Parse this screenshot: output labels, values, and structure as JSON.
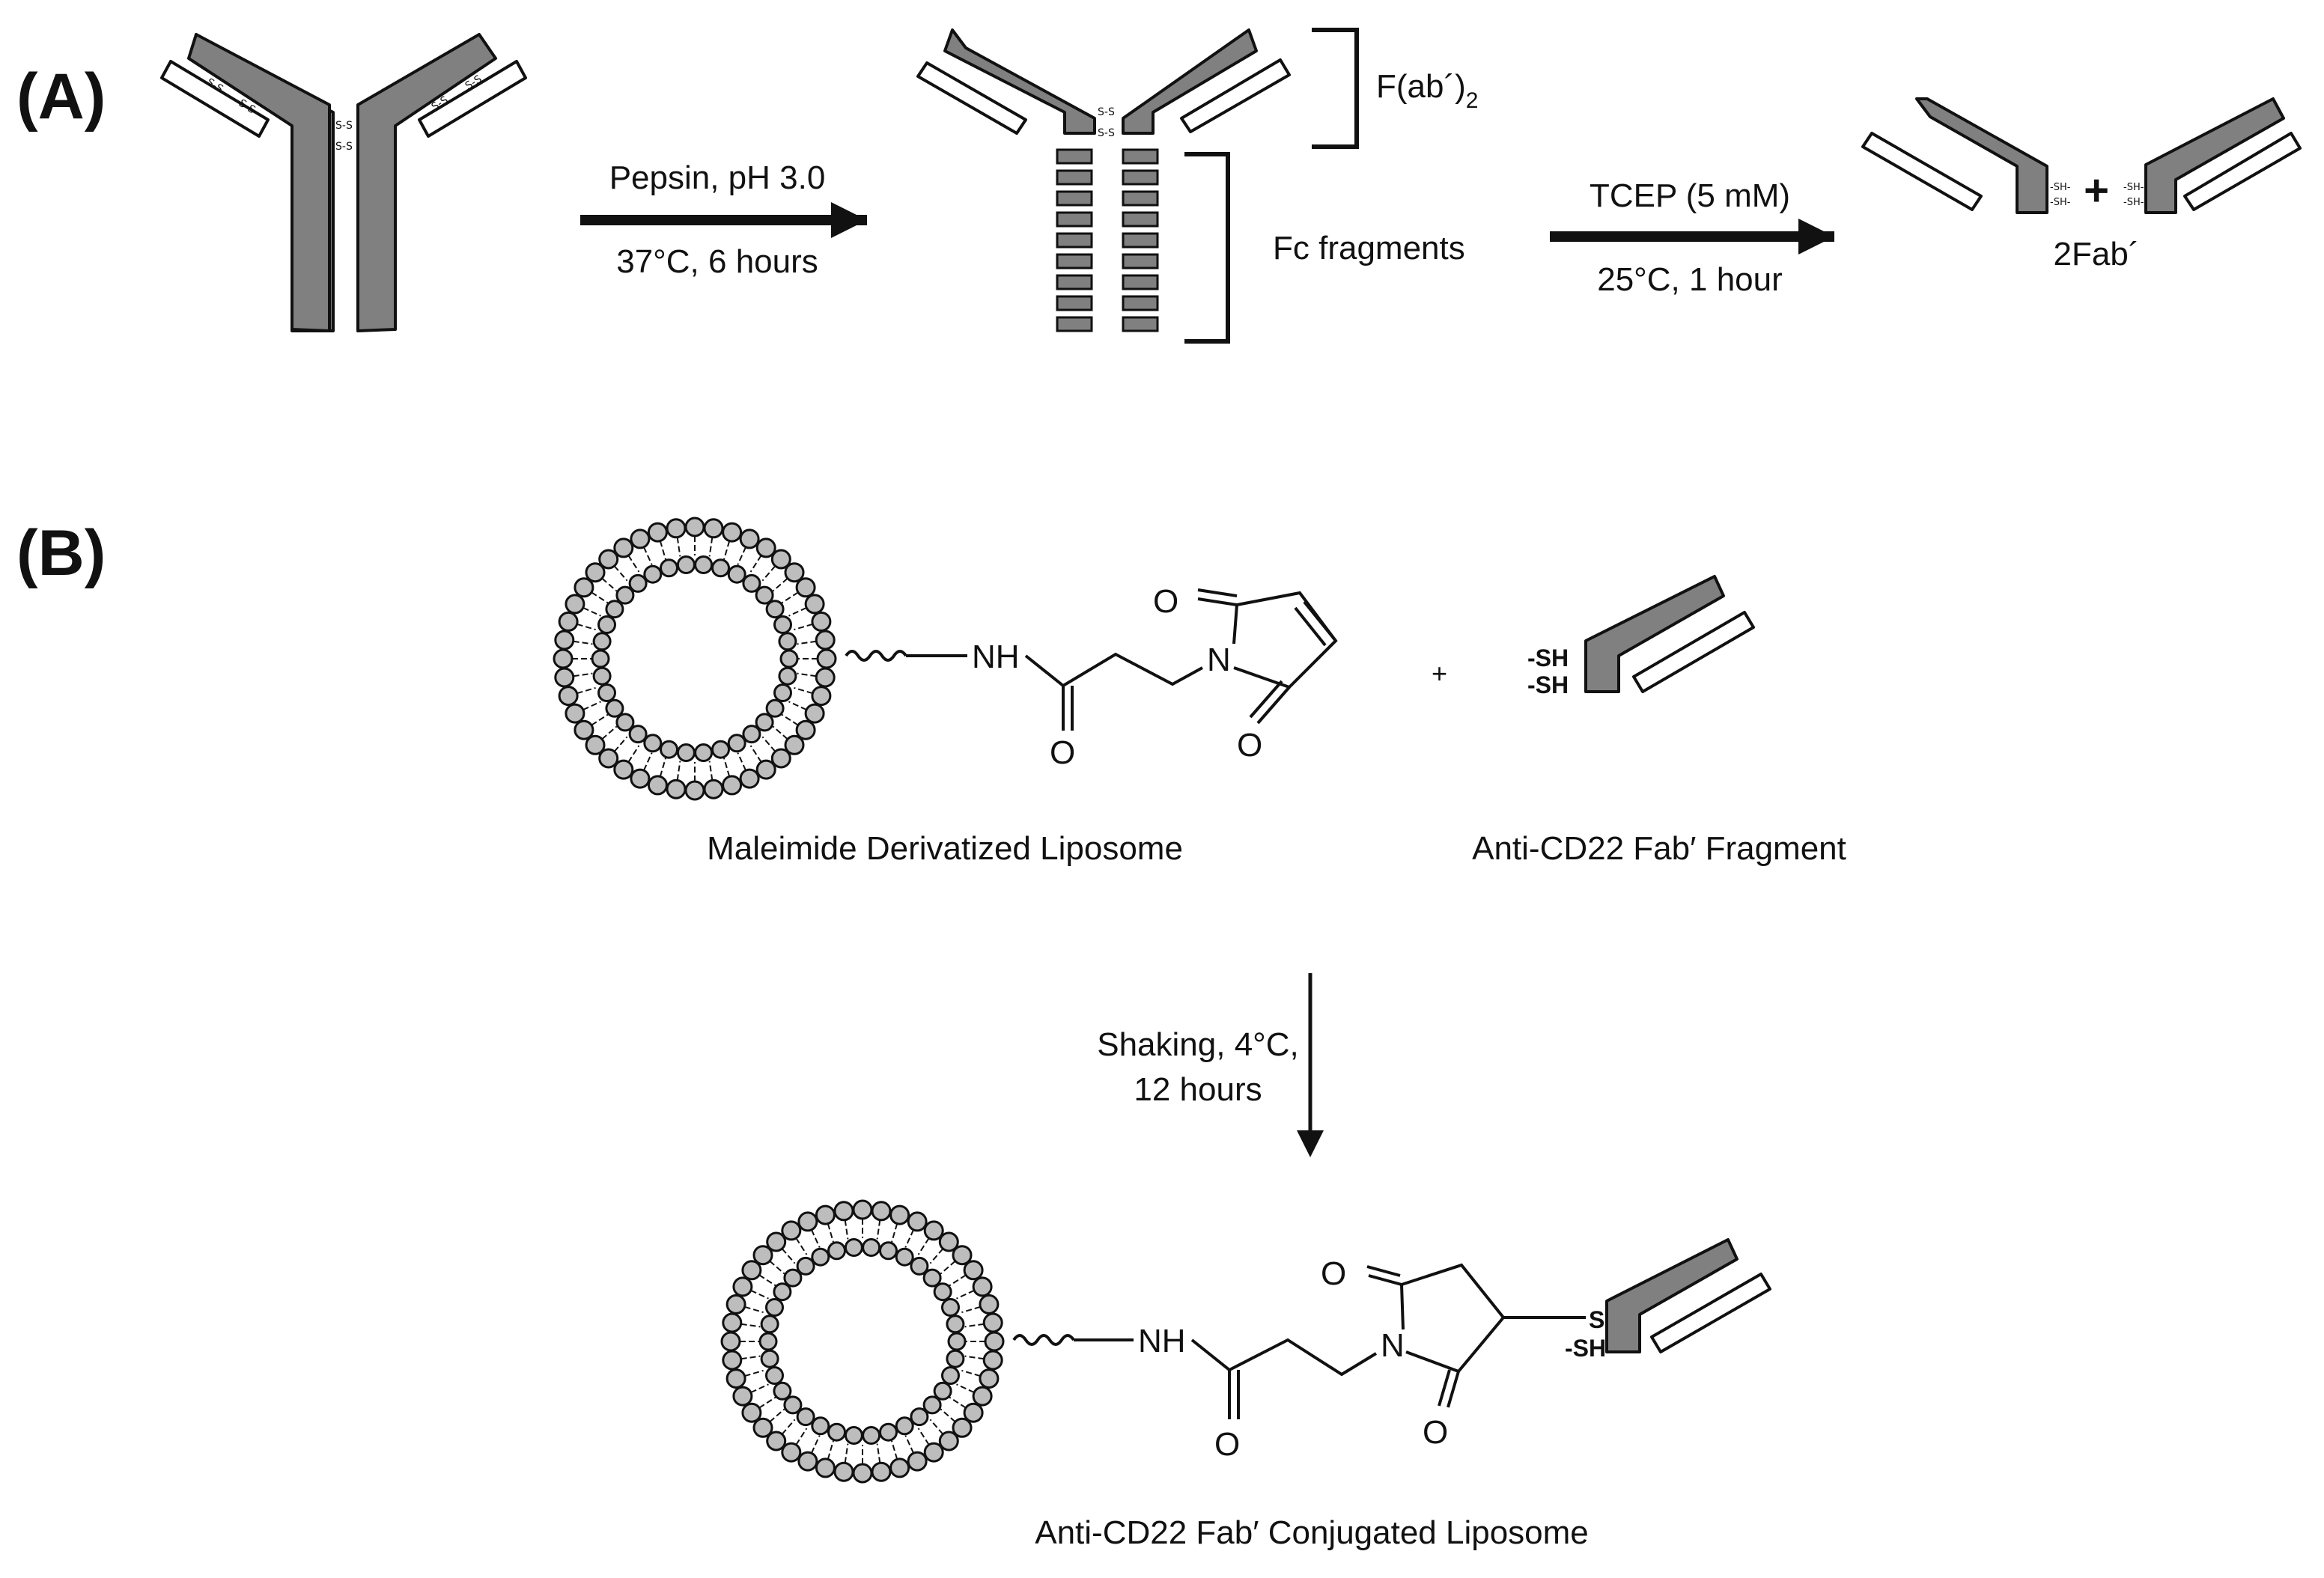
{
  "panel_a": {
    "label": "(A)",
    "step1": {
      "reagent": "Pepsin, pH 3.0",
      "conditions": "37°C, 6 hours"
    },
    "fab2_label": "F(ab´)",
    "fab2_subscript": "2",
    "fc_label": "Fc fragments",
    "step2": {
      "reagent": "TCEP (5 mM)",
      "conditions": "25°C, 1 hour"
    },
    "plus": "+",
    "product_label": "2Fab´",
    "disulfide": "S-S",
    "thiol_right": "-SH-",
    "thiol_left": "-SH-"
  },
  "panel_b": {
    "label": "(B)",
    "liposome_label": "Maleimide Derivatized Liposome",
    "fab_label": "Anti-CD22 Fab′ Fragment",
    "plus": "+",
    "thiol": "-SH",
    "amine": "NH",
    "oxygen": "O",
    "nitrogen": "N",
    "sulfur": "S",
    "reaction": {
      "line1": "Shaking, 4°C,",
      "line2": "12 hours"
    },
    "product_label": "Anti-CD22 Fab′ Conjugated Liposome"
  },
  "colors": {
    "fragment_fill": "#808080",
    "bead_fill": "#bdbdbd",
    "stroke": "#111111"
  }
}
